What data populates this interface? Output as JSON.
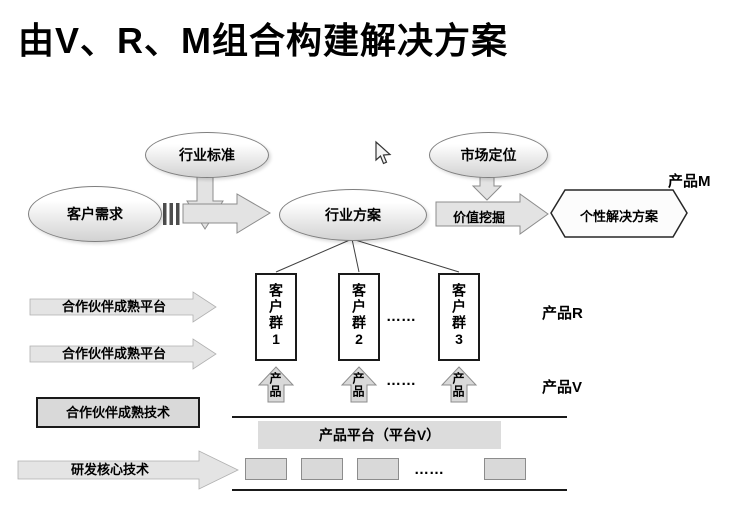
{
  "title": "由V、R、M组合构建解决方案",
  "flow": {
    "industry_standard": "行业标准",
    "customer_needs": "客户需求",
    "industry_solution": "行业方案",
    "market_positioning": "市场定位",
    "value_mining": "价值挖掘",
    "personal_solution": "个性解决方案"
  },
  "side_labels": {
    "product_m": "产品M",
    "product_r": "产品R",
    "product_v": "产品V"
  },
  "customer_groups": [
    {
      "label": "客户群1"
    },
    {
      "label": "客户群2"
    },
    {
      "label": "客户群3"
    }
  ],
  "product_arrows": [
    {
      "label": "产品"
    },
    {
      "label": "产品"
    },
    {
      "label": "产品"
    }
  ],
  "ellipsis": "……",
  "platform": {
    "label": "产品平台（平台V）"
  },
  "left_side": {
    "partner_platform_1": "合作伙伴成熟平台",
    "partner_platform_2": "合作伙伴成熟平台",
    "partner_tech": "合作伙伴成熟技术",
    "rd_core_tech": "研发核心技术"
  },
  "colors": {
    "arrow_fill": "#e3e3e3",
    "box_fill": "#d9d9d9",
    "line": "#1a1a1a"
  }
}
